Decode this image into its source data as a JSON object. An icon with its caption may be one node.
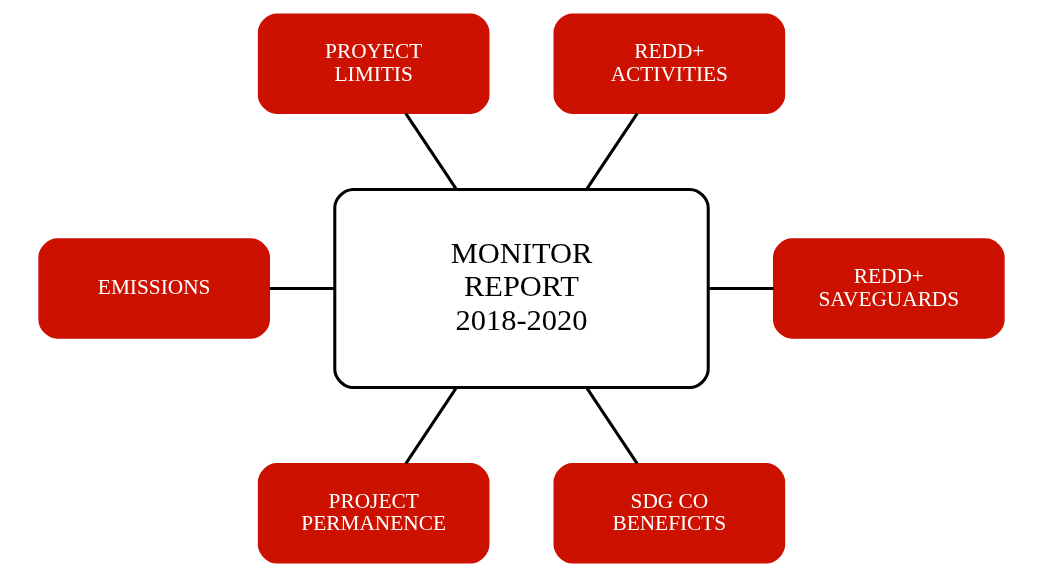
{
  "diagram": {
    "nodes": [
      {
        "text": [
          "PROYECT LIMITIS"
        ]
      },
      {
        "text": [
          "REDD+ ACTIVITIES"
        ]
      },
      {
        "text": [
          "EMISSIONS"
        ]
      },
      {
        "text": [
          "MONITOR REPORT",
          "2018-2020"
        ]
      },
      {
        "text": [
          "REDD+ SAVEGUARDS"
        ]
      },
      {
        "text": [
          "PROJECT PERMANENCE"
        ]
      },
      {
        "text": [
          "SDG CO BENEFICTS"
        ]
      }
    ],
    "edges": [
      {
        "from": 3,
        "to": 0,
        "arrow": "none"
      },
      {
        "from": 3,
        "to": 1,
        "arrow": "none"
      },
      {
        "from": 2,
        "to": 3,
        "arrow": "none"
      },
      {
        "from": 3,
        "to": 4,
        "arrow": "none"
      },
      {
        "from": 3,
        "to": 5,
        "arrow": "none"
      },
      {
        "from": 3,
        "to": 6,
        "arrow": "none"
      }
    ]
  }
}
